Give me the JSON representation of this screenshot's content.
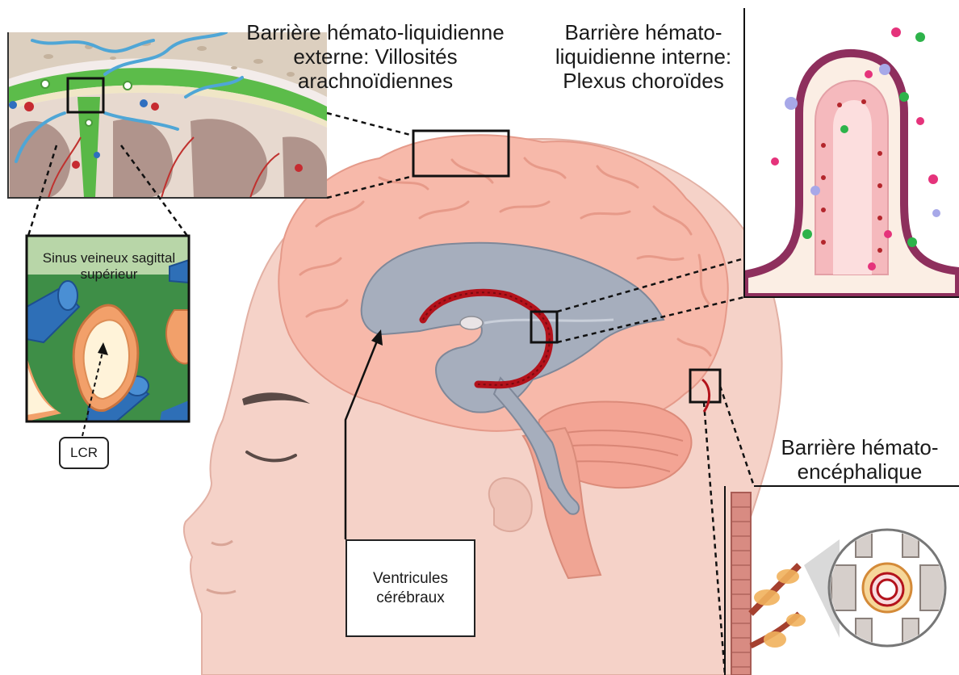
{
  "labels": {
    "external_barrier": "Barrière hémato-liquidienne externe: Villosités arachnoïdiennes",
    "internal_barrier": "Barrière hémato-liquidienne interne: Plexus choroïdes",
    "blood_brain_barrier": "Barrière hémato-encéphalique",
    "sinus": "Sinus veineux sagittal supérieur",
    "csf": "LCR",
    "ventricles": "Ventricules cérébraux"
  },
  "colors": {
    "skin": "#f3cdc3",
    "brain": "#f6b7a8",
    "ventricle": "#a3acbb",
    "choroid": "#b3121b",
    "vessel_blue": "#3b7fc4",
    "meninges_green": "#4caf3f",
    "epithelium": "#8e2f5d"
  }
}
